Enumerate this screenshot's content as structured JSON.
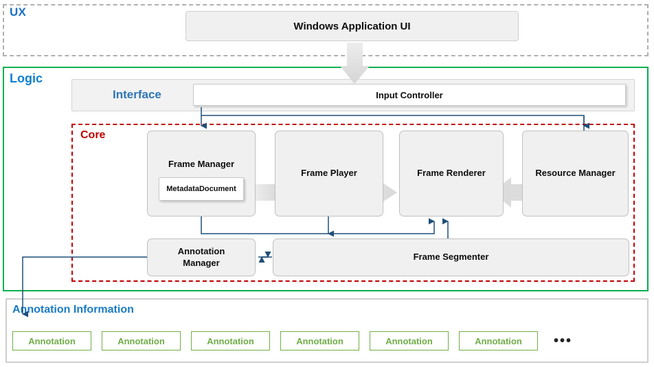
{
  "diagram": {
    "title": "Software Architecture Block Diagram",
    "colors": {
      "ux_label": "#1a6fc4",
      "logic_label": "#0f80d0",
      "interface_label": "#2e75b6",
      "core_label": "#c00000",
      "logic_border": "#00b050",
      "ux_border": "#b0b0b0",
      "core_border": "#c00000",
      "annotation_green": "#70ad47",
      "connector_blue": "#1f4e79",
      "flow_arrow_gray": "#dcdcdc",
      "module_fill": "#f0f0f0"
    }
  },
  "ux": {
    "label": "UX",
    "app_ui": "Windows Application UI"
  },
  "logic": {
    "label": "Logic",
    "interface": {
      "label": "Interface",
      "input_controller": "Input Controller"
    },
    "core": {
      "label": "Core",
      "modules": {
        "frame_manager": "Frame Manager",
        "metadata_document": "Metadata\nDocument",
        "metadata_line1": "Metadata",
        "metadata_line2": "Document",
        "frame_player": "Frame Player",
        "frame_renderer": "Frame Renderer",
        "resource_manager": "Resource Manager",
        "annotation_manager_line1": "Annotation",
        "annotation_manager_line2": "Manager",
        "frame_segmenter": "Frame Segmenter"
      }
    }
  },
  "annotation_information": {
    "label": "Annotation Information",
    "chips": [
      {
        "label": "Annotation"
      },
      {
        "label": "Annotation"
      },
      {
        "label": "Annotation"
      },
      {
        "label": "Annotation"
      },
      {
        "label": "Annotation"
      },
      {
        "label": "Annotation"
      }
    ],
    "ellipsis": "•••"
  }
}
